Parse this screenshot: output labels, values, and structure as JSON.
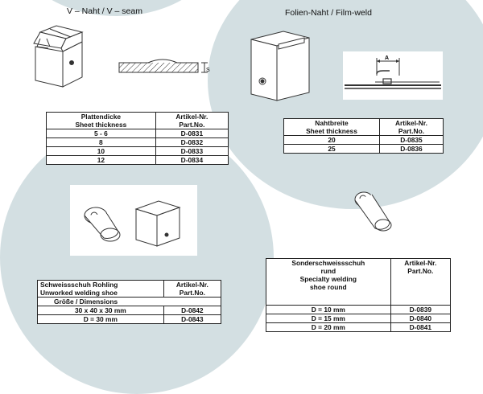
{
  "vseam": {
    "title": "V – Naht / V – seam",
    "dim_label": "S",
    "headers": [
      [
        "Plattendicke",
        "Sheet thickness"
      ],
      [
        "Artikel-Nr.",
        "Part.No."
      ]
    ],
    "rows": [
      [
        "5 - 6",
        "D-0831"
      ],
      [
        "8",
        "D-0832"
      ],
      [
        "10",
        "D-0833"
      ],
      [
        "12",
        "D-0834"
      ]
    ]
  },
  "filmweld": {
    "title": "Folien-Naht / Film-weld",
    "dim_label": "A",
    "headers": [
      [
        "Nahtbreite",
        "Sheet thickness"
      ],
      [
        "Artikel-Nr.",
        "Part.No."
      ]
    ],
    "rows": [
      [
        "20",
        "D-0835"
      ],
      [
        "25",
        "D-0836"
      ]
    ]
  },
  "blank": {
    "headers": [
      [
        "Schweissschuh Rohling",
        "Unworked welding shoe"
      ],
      [
        "Artikel-Nr.",
        "Part.No."
      ]
    ],
    "subheader": "Größe / Dimensions",
    "rows": [
      [
        "30 x 40 x 30 mm",
        "D-0842"
      ],
      [
        "D = 30 mm",
        "D-0843"
      ]
    ]
  },
  "round": {
    "headers": [
      [
        "Sonderschweissschuh",
        "rund",
        "Specialty welding",
        "shoe round"
      ],
      [
        "Artikel-Nr.",
        "Part.No."
      ]
    ],
    "rows": [
      [
        "D = 10 mm",
        "D-0839"
      ],
      [
        "D = 15 mm",
        "D-0840"
      ],
      [
        "D = 20 mm",
        "D-0841"
      ]
    ]
  }
}
